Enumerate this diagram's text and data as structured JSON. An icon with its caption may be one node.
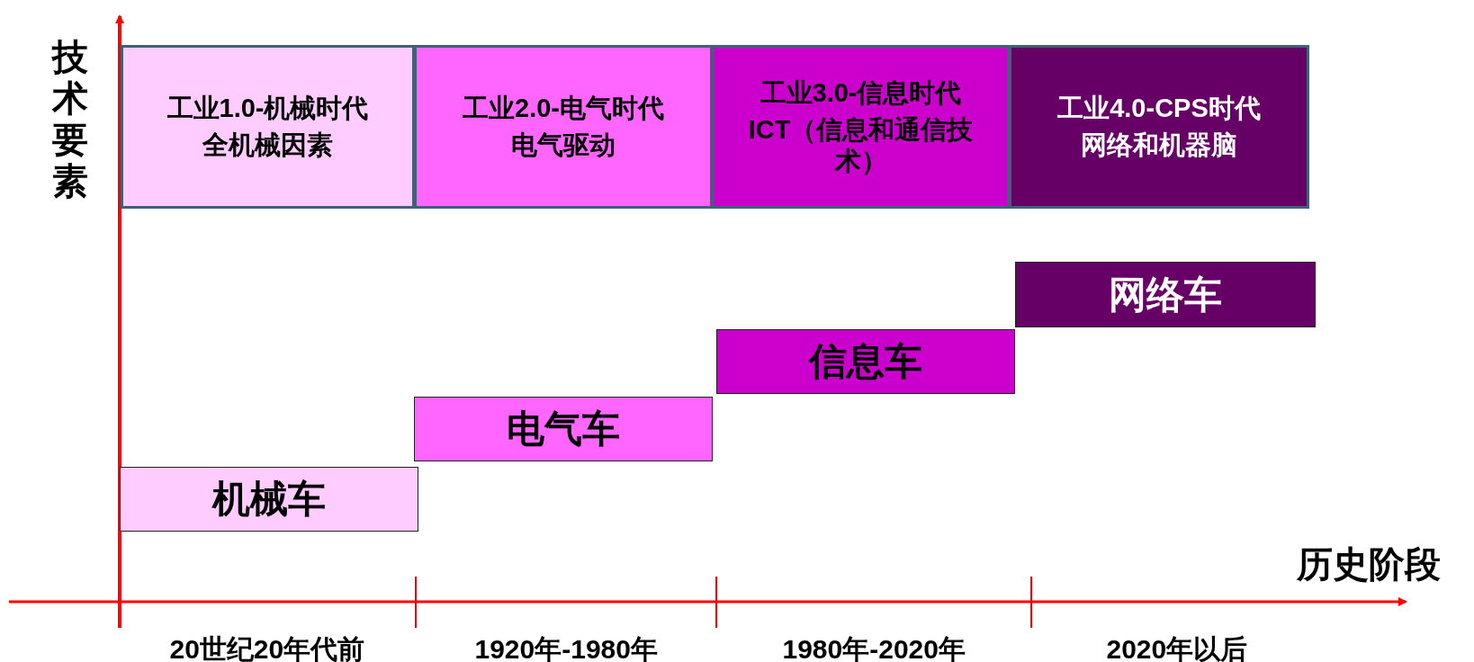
{
  "diagram": {
    "nodes": [
      {
        "text": [
          "工业1.0-机械时代",
          "全机械因素"
        ]
      },
      {
        "text": [
          "工业2.0-电气时代",
          "电气驱动"
        ]
      },
      {
        "text": [
          "工业3.0-信息时代",
          "ICT（信息和通信技术）"
        ]
      },
      {
        "text": [
          "工业4.0-CPS时代",
          "网络和机器脑"
        ]
      },
      {
        "text": [
          "机械车"
        ]
      },
      {
        "text": [
          "电气车"
        ]
      },
      {
        "text": [
          "信息车"
        ]
      },
      {
        "text": [
          "网络车"
        ]
      }
    ],
    "edges": [],
    "labels": [
      "技术要素",
      "历史阶段",
      "20世纪20年代前",
      "1920年-1980年",
      "1980年-2020年",
      "2020年以后"
    ]
  }
}
